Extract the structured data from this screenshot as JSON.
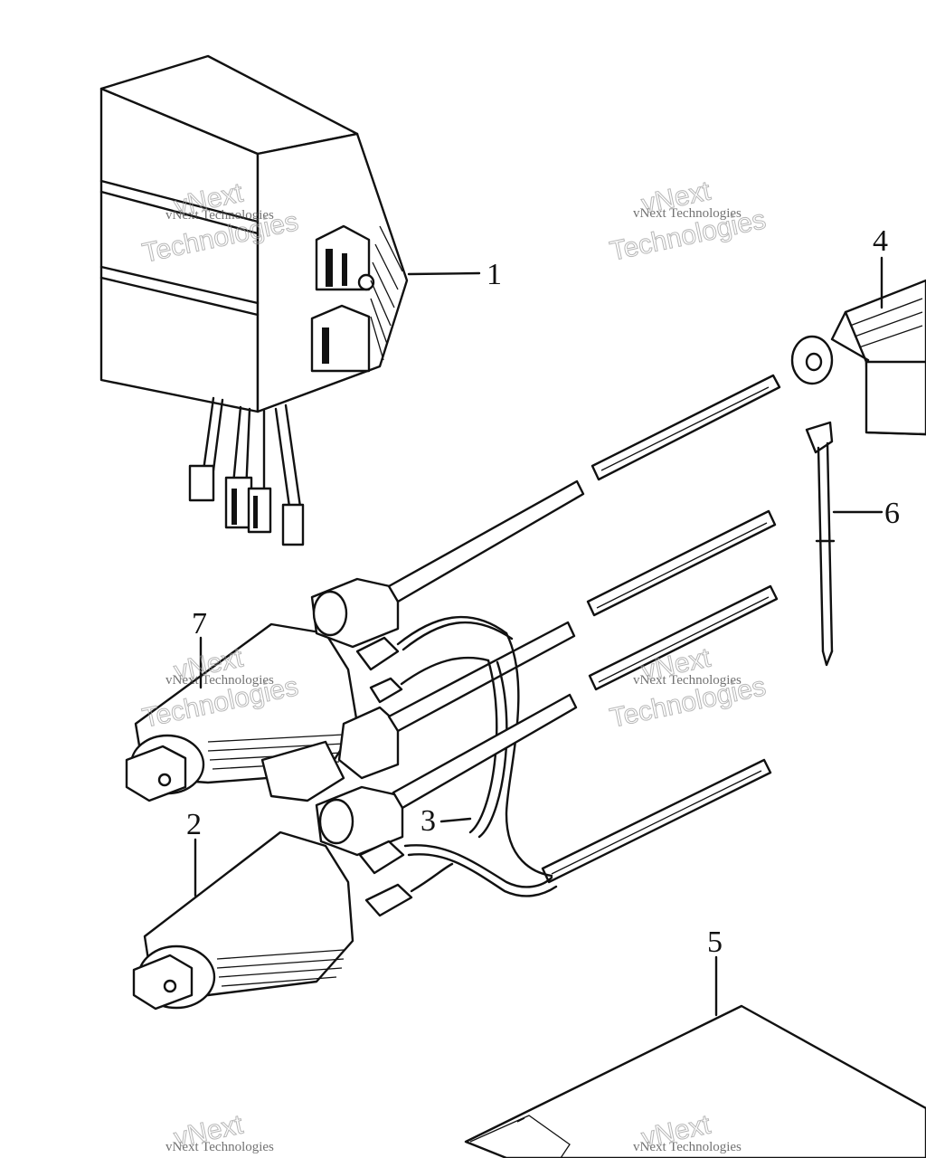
{
  "callouts": [
    {
      "id": "1",
      "label": "1"
    },
    {
      "id": "2",
      "label": "2"
    },
    {
      "id": "3",
      "label": "3"
    },
    {
      "id": "4",
      "label": "4"
    },
    {
      "id": "5",
      "label": "5"
    },
    {
      "id": "6",
      "label": "6"
    },
    {
      "id": "7",
      "label": "7"
    }
  ],
  "watermark": {
    "line1": "vNext Technologies",
    "line2": "vNext",
    "line3": "Technologies"
  },
  "colors": {
    "ink": "#111111",
    "paper": "#ffffff",
    "watermark": "#9a9a9a"
  }
}
